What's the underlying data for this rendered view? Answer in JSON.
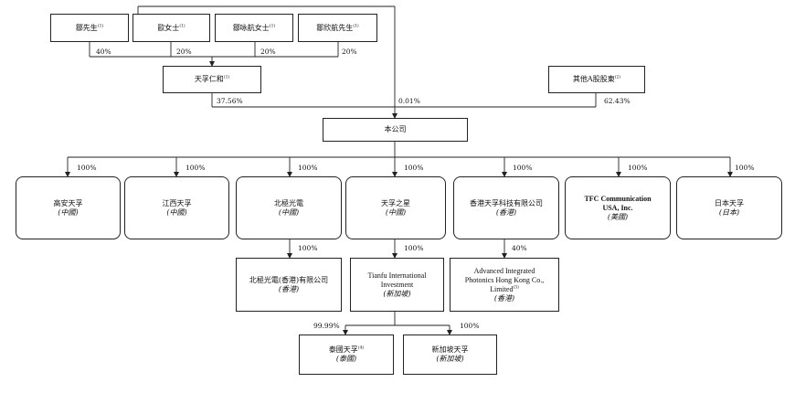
{
  "shareholders": {
    "mr_zou": {
      "name": "鄒先生",
      "note": "(1)"
    },
    "ms_ou": {
      "name": "歐女士",
      "note": "(1)"
    },
    "ms_zou_yonghang": {
      "name": "鄒咏航女士",
      "note": "(1)"
    },
    "mr_zou_xinhang": {
      "name": "鄒欣航先生",
      "note": "(1)"
    },
    "tianfu_renhe": {
      "name": "天孚仁和",
      "note": "(1)"
    },
    "other_a": {
      "name": "其他A股股東",
      "note": "(2)"
    }
  },
  "company": {
    "name": "本公司"
  },
  "subsidiaries": {
    "gaoan": {
      "name": "高安天孚",
      "loc": "(中國)"
    },
    "jiangxi": {
      "name": "江西天孚",
      "loc": "(中國)"
    },
    "beiji": {
      "name": "北極光電",
      "loc": "(中國)"
    },
    "star": {
      "name": "天孚之星",
      "loc": "(中國)"
    },
    "hk": {
      "name": "香港天孚科技有限公司",
      "loc": "(香港)"
    },
    "tfc": {
      "line1": "TFC Communication",
      "line2": "USA, Inc.",
      "loc": "(美國)"
    },
    "japan": {
      "name": "日本天孚",
      "loc": "(日本)"
    }
  },
  "second_tier": {
    "beiji_hk": {
      "name": "北極光電(香港)有限公司",
      "loc": "(香港)"
    },
    "tianfu_intl": {
      "line1": "Tianfu International",
      "line2": "Investment",
      "loc": "(新加坡)"
    },
    "aip": {
      "line1": "Advanced Integrated",
      "line2": "Photonics Hong Kong Co.,",
      "line3": "Limited",
      "note": "(3)",
      "loc": "(香港)"
    }
  },
  "third_tier": {
    "thailand": {
      "name": "泰國天孚",
      "note": "(4)",
      "loc": "(泰國)"
    },
    "singapore": {
      "name": "新加坡天孚",
      "loc": "(新加坡)"
    }
  },
  "percentages": {
    "mr_zou": "40%",
    "ms_ou": "20%",
    "ms_zou_yonghang": "20%",
    "mr_zou_xinhang": "20%",
    "renhe": "37.56%",
    "direct": "0.01%",
    "other_a": "62.43%",
    "gaoan": "100%",
    "jiangxi": "100%",
    "beiji": "100%",
    "star": "100%",
    "hk": "100%",
    "tfc": "100%",
    "japan": "100%",
    "beiji_hk": "100%",
    "tianfu_intl": "100%",
    "aip": "40%",
    "thailand": "99.99%",
    "singapore": "100%"
  }
}
